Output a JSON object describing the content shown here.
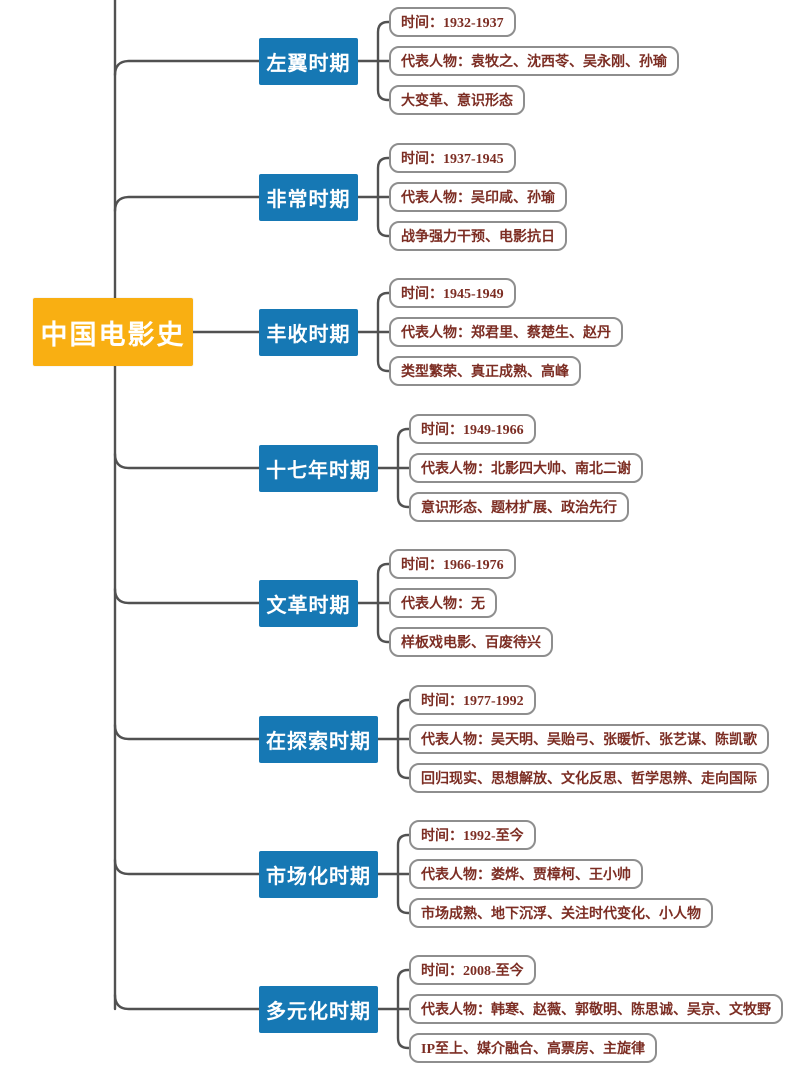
{
  "root": {
    "label": "中国电影史"
  },
  "colors": {
    "root_fill": "#F9AF12",
    "branch_fill": "#1678B4",
    "detail_text": "#7C2D23",
    "detail_border": "#8E8E8E",
    "line": "#515151"
  },
  "branches": [
    {
      "label": "左翼时期",
      "details": [
        "时间：1932-1937",
        "代表人物：袁牧之、沈西苓、吴永刚、孙瑜",
        "大变革、意识形态"
      ]
    },
    {
      "label": "非常时期",
      "details": [
        "时间：1937-1945",
        "代表人物：吴印咸、孙瑜",
        "战争强力干预、电影抗日"
      ]
    },
    {
      "label": "丰收时期",
      "details": [
        "时间：1945-1949",
        "代表人物：郑君里、蔡楚生、赵丹",
        "类型繁荣、真正成熟、高峰"
      ]
    },
    {
      "label": "十七年时期",
      "details": [
        "时间：1949-1966",
        "代表人物：北影四大帅、南北二谢",
        "意识形态、题材扩展、政治先行"
      ]
    },
    {
      "label": "文革时期",
      "details": [
        "时间：1966-1976",
        "代表人物：无",
        "样板戏电影、百废待兴"
      ]
    },
    {
      "label": "在探索时期",
      "details": [
        "时间：1977-1992",
        "代表人物：吴天明、吴贻弓、张暖忻、张艺谋、陈凯歌",
        "回归现实、思想解放、文化反思、哲学思辨、走向国际"
      ]
    },
    {
      "label": "市场化时期",
      "details": [
        "时间：1992-至今",
        "代表人物：娄烨、贾樟柯、王小帅",
        "市场成熟、地下沉浮、关注时代变化、小人物"
      ]
    },
    {
      "label": "多元化时期",
      "details": [
        "时间：2008-至今",
        "代表人物：韩寒、赵薇、郭敬明、陈思诚、吴京、文牧野",
        "IP至上、媒介融合、高票房、主旋律"
      ]
    }
  ]
}
